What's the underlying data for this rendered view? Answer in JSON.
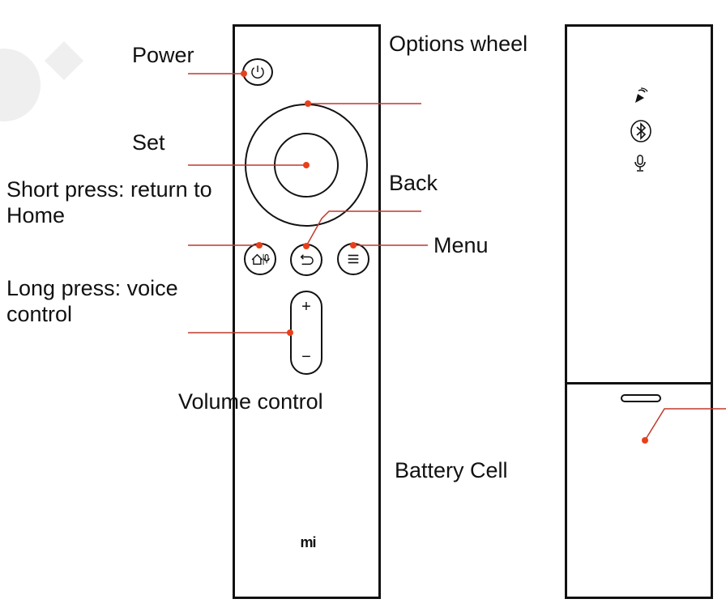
{
  "labels": {
    "power": "Power",
    "options_wheel": "Options wheel",
    "set": "Set",
    "back": "Back",
    "short_press": "Short press: return to Home",
    "menu": "Menu",
    "long_press": "Long press: voice control",
    "volume_control": "Volume control",
    "battery_cell": "Battery Cell"
  },
  "remote_front": {
    "logo_text": "mi",
    "volume_plus": "+",
    "volume_minus": "−"
  },
  "remote_back": {
    "icons": [
      "status-light-icon",
      "bluetooth-icon",
      "microphone-icon"
    ]
  },
  "colors": {
    "leader_line": "#c0392b",
    "marker_dot": "#e8401c",
    "outline": "#111111"
  }
}
